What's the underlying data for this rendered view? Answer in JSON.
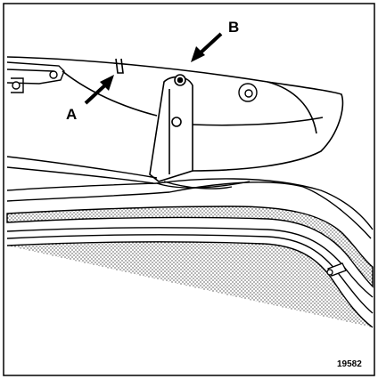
{
  "figure": {
    "labels": {
      "a": "A",
      "b": "B"
    },
    "reference_number": "19582"
  }
}
